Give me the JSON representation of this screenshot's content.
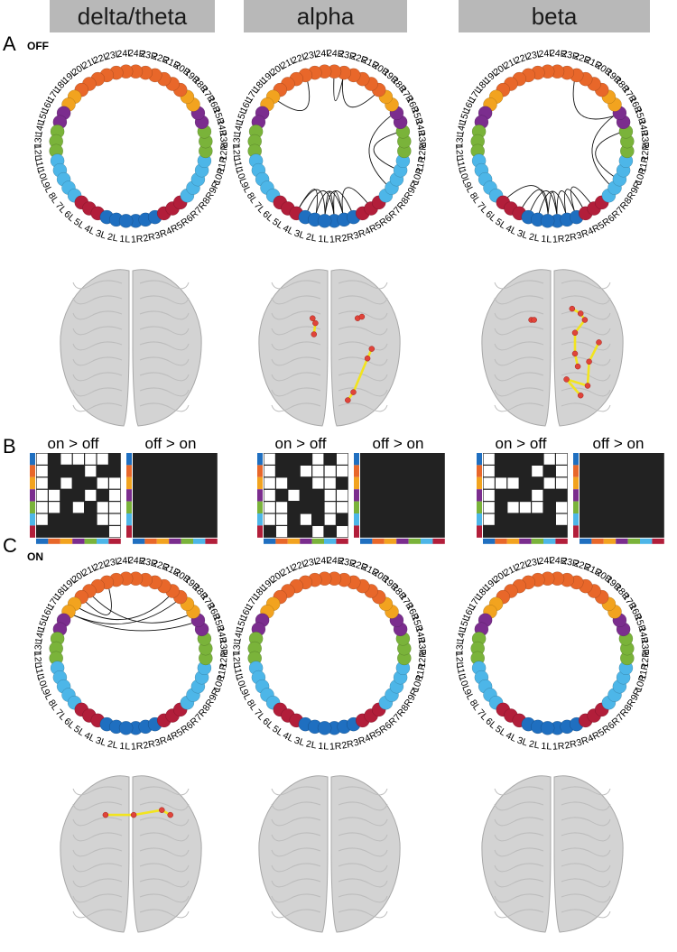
{
  "bands": [
    "delta/theta",
    "alpha",
    "beta"
  ],
  "panels": {
    "a": "A",
    "b": "B",
    "c": "C"
  },
  "conditions": {
    "off": "OFF",
    "on": "ON"
  },
  "matrix_titles": {
    "on_gt_off": "on > off",
    "off_gt_on": "off > on"
  },
  "node_labels": [
    "1R",
    "2R",
    "3R",
    "4R",
    "5R",
    "6R",
    "7R",
    "8R",
    "9R",
    "10R",
    "11R",
    "12R",
    "13R",
    "14R",
    "15R",
    "16R",
    "17R",
    "18R",
    "19R",
    "20R",
    "21R",
    "22R",
    "23R",
    "24R",
    "24L",
    "23L",
    "22L",
    "21L",
    "20L",
    "19L",
    "18L",
    "17L",
    "16L",
    "15L",
    "14L",
    "13L",
    "12L",
    "11L",
    "10L",
    "9L",
    "8L",
    "7L",
    "6L",
    "5L",
    "4L",
    "3L",
    "2L",
    "1L"
  ],
  "node_colors": [
    "#1f6fc0",
    "#1f6fc0",
    "#1f6fc0",
    "#b21e3a",
    "#b21e3a",
    "#b21e3a",
    "#4db6e8",
    "#4db6e8",
    "#4db6e8",
    "#4db6e8",
    "#4db6e8",
    "#7ab33a",
    "#7ab33a",
    "#7ab33a",
    "#7b2d8e",
    "#7b2d8e",
    "#f2a31f",
    "#f2a31f",
    "#e8672a",
    "#e8672a",
    "#e8672a",
    "#e8672a",
    "#e8672a",
    "#e8672a",
    "#e8672a",
    "#e8672a",
    "#e8672a",
    "#e8672a",
    "#e8672a",
    "#e8672a",
    "#f2a31f",
    "#f2a31f",
    "#7b2d8e",
    "#7b2d8e",
    "#7ab33a",
    "#7ab33a",
    "#7ab33a",
    "#4db6e8",
    "#4db6e8",
    "#4db6e8",
    "#4db6e8",
    "#4db6e8",
    "#b21e3a",
    "#b21e3a",
    "#b21e3a",
    "#1f6fc0",
    "#1f6fc0",
    "#1f6fc0"
  ],
  "group_colors": [
    "#1f6fc0",
    "#e8672a",
    "#f2a31f",
    "#7b2d8e",
    "#7ab33a",
    "#4db6e8",
    "#b21e3a"
  ],
  "connections": {
    "off": [
      [],
      [
        [
          "22L",
          "18L"
        ],
        [
          "23R",
          "24R"
        ],
        [
          "23R",
          "19R"
        ],
        [
          "16R",
          "8R"
        ],
        [
          "14R",
          "10R"
        ],
        [
          "4L",
          "1L"
        ],
        [
          "4L",
          "2L"
        ],
        [
          "3L",
          "1R"
        ],
        [
          "2L",
          "2R"
        ],
        [
          "1L",
          "1R"
        ],
        [
          "1L",
          "3R"
        ],
        [
          "1R",
          "2R"
        ],
        [
          "2R",
          "5R"
        ]
      ],
      [
        [
          "22R",
          "16R"
        ],
        [
          "16R",
          "8R"
        ],
        [
          "14R",
          "9R"
        ],
        [
          "4L",
          "1L"
        ],
        [
          "3L",
          "1R"
        ],
        [
          "2L",
          "2R"
        ],
        [
          "1L",
          "1R"
        ],
        [
          "1R",
          "3R"
        ],
        [
          "2R",
          "4R"
        ],
        [
          "3R",
          "5R"
        ],
        [
          "6L",
          "1L"
        ]
      ]
    ],
    "on": [
      [
        [
          "17L",
          "16R"
        ],
        [
          "20L",
          "17R"
        ],
        [
          "19L",
          "22L"
        ],
        [
          "18L",
          "20R"
        ],
        [
          "17L",
          "19R"
        ]
      ],
      [],
      []
    ]
  },
  "matrices": {
    "on_gt_off": [
      [
        "1011110",
        "1000100",
        "1010011",
        "1100101",
        "1101011",
        "1000011",
        "0000001"
      ],
      [
        "1000101",
        "1001111",
        "1100110",
        "1010011",
        "1100011",
        "1101010",
        "0100101"
      ],
      [
        "1000011",
        "1000101",
        "1110011",
        "1000100",
        "1011101",
        "1000001",
        "0000000"
      ]
    ],
    "off_gt_on": [
      [
        "0000000",
        "0000000",
        "0000000",
        "0000000",
        "0000000",
        "0000000",
        "0000000"
      ],
      [
        "0000000",
        "0000000",
        "0000000",
        "0000000",
        "0000000",
        "0000000",
        "0000000"
      ],
      [
        "0000000",
        "0000000",
        "0000000",
        "0000000",
        "0000000",
        "0000000",
        "0000000"
      ]
    ]
  },
  "brain_markers": {
    "off": [
      [],
      [
        [
          [
            0.38,
            0.33
          ],
          [
            0.4,
            0.36
          ],
          [
            0.39,
            0.43
          ]
        ],
        [
          [
            0.7,
            0.33
          ],
          [
            0.73,
            0.32
          ]
        ],
        [
          [
            0.8,
            0.52
          ],
          [
            0.77,
            0.58
          ],
          [
            0.67,
            0.79
          ],
          [
            0.63,
            0.84
          ]
        ]
      ],
      [
        [
          [
            0.35,
            0.34
          ],
          [
            0.37,
            0.34
          ]
        ],
        [
          [
            0.64,
            0.27
          ],
          [
            0.7,
            0.3
          ],
          [
            0.73,
            0.34
          ],
          [
            0.66,
            0.42
          ],
          [
            0.66,
            0.55
          ],
          [
            0.68,
            0.63
          ]
        ],
        [
          [
            0.83,
            0.48
          ],
          [
            0.76,
            0.6
          ],
          [
            0.75,
            0.75
          ],
          [
            0.6,
            0.71
          ],
          [
            0.7,
            0.81
          ]
        ]
      ]
    ],
    "on": [
      [
        [
          [
            0.32,
            0.27
          ],
          [
            0.52,
            0.27
          ],
          [
            0.72,
            0.24
          ],
          [
            0.78,
            0.27
          ]
        ]
      ],
      [],
      []
    ]
  }
}
